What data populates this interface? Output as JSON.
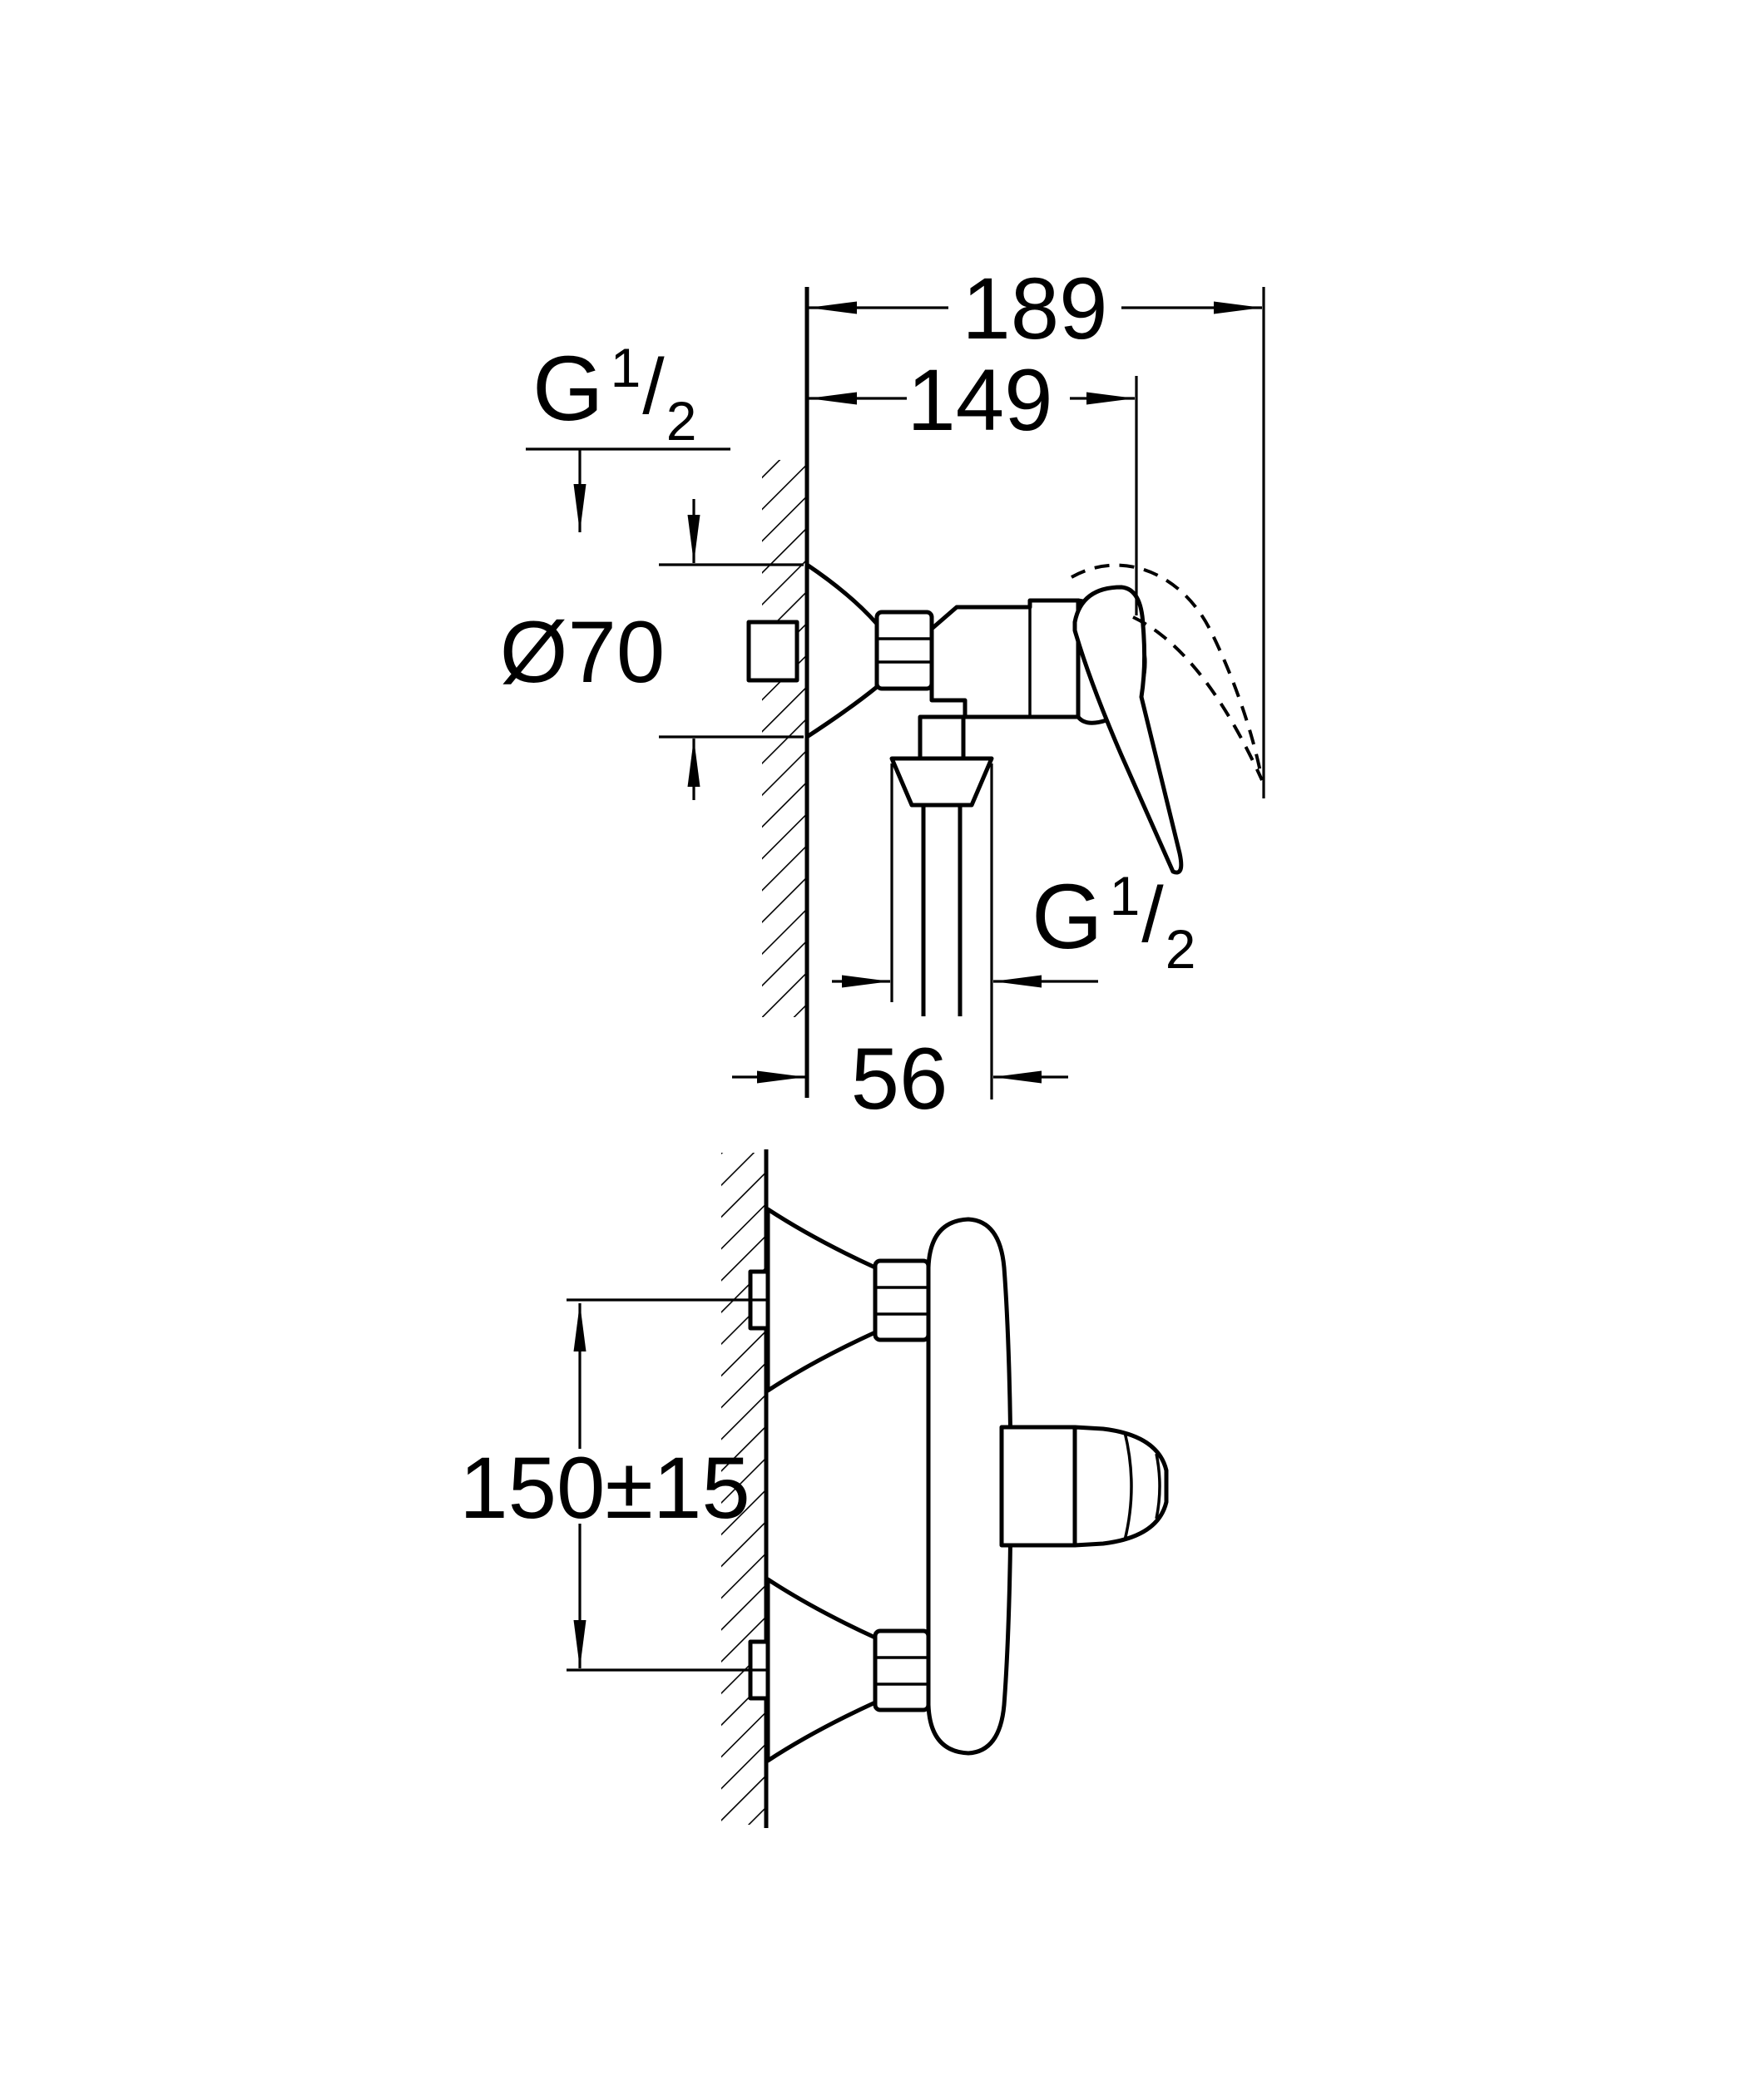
{
  "colors": {
    "line": "#000000",
    "background": "#ffffff"
  },
  "drawing": {
    "side_view": {
      "dim_total_reach": "189",
      "dim_handle_reach": "149",
      "dim_escutcheon_diameter": "Ø70",
      "dim_outlet_offset": "56",
      "inlet_thread": {
        "letter": "G",
        "numerator": "1",
        "slash": "/",
        "denominator": "2"
      },
      "outlet_thread": {
        "letter": "G",
        "numerator": "1",
        "slash": "/",
        "denominator": "2"
      }
    },
    "front_view": {
      "dim_inlet_spacing": "150±15"
    }
  }
}
